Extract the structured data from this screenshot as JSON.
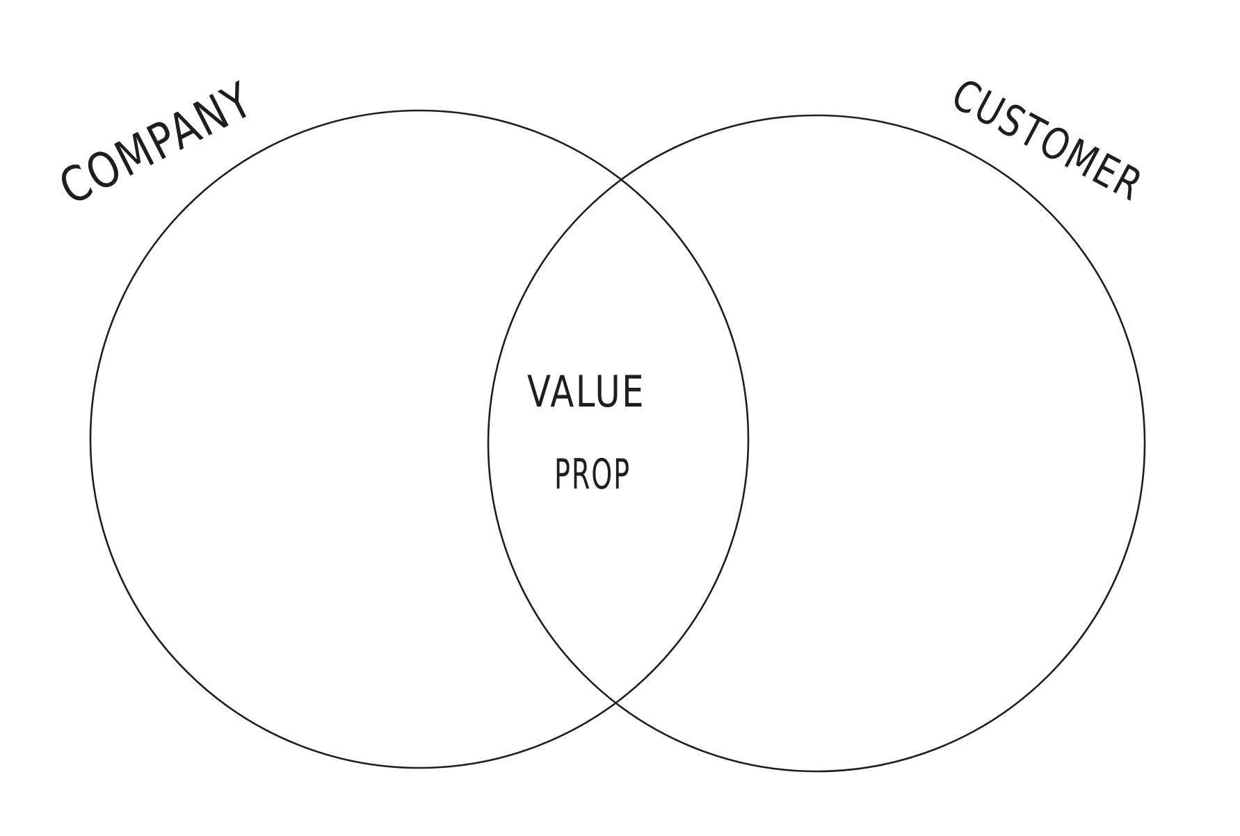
{
  "diagram": {
    "sets": [
      {
        "id": "left",
        "label": "COMPANY"
      },
      {
        "id": "right",
        "label": "CUSTOMER"
      }
    ],
    "intersection": {
      "label_line1": "VALUE",
      "label_line2": "PROP"
    }
  },
  "style": {
    "ink_color": "#1e1e1e",
    "background_color": "#ffffff"
  }
}
